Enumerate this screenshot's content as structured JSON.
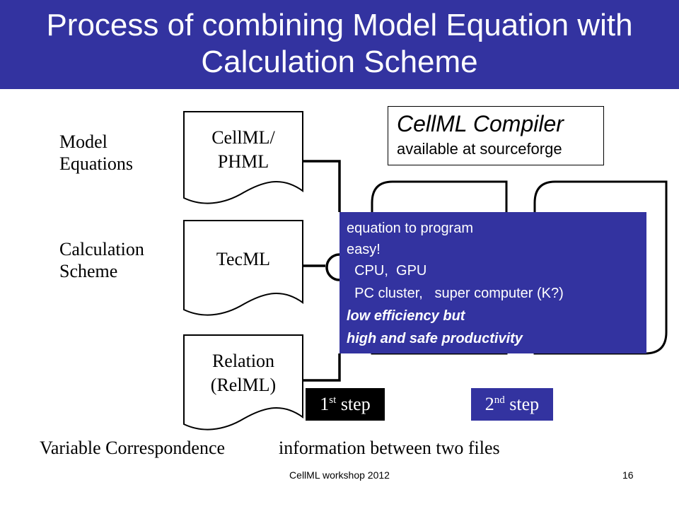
{
  "title": "Process of combining Model Equation with Calculation Scheme",
  "labels": {
    "model_line1": "Model",
    "model_line2": "Equations",
    "calc_line1": "Calculation",
    "calc_line2": "Scheme"
  },
  "documents": {
    "cellml_line1": "CellML/",
    "cellml_line2": "PHML",
    "tecml": "TecML",
    "relation_line1": "Relation",
    "relation_line2": "(RelML)"
  },
  "compiler": {
    "title": "CellML Compiler",
    "subtitle": "available at sourceforge"
  },
  "info": {
    "line1": "equation to program",
    "line2": "easy!",
    "line3": "  CPU,  GPU",
    "line4": "  PC cluster,   super computer (K?)",
    "line5": "low efficiency but",
    "line6": "high and safe productivity"
  },
  "steps": {
    "step1_num": "1",
    "step1_sup": "st",
    "step1_word": " step",
    "step2_num": "2",
    "step2_sup": "nd",
    "step2_word": " step"
  },
  "bottom": {
    "left": "Variable Correspondence",
    "right": "information between two files"
  },
  "footer": {
    "text": "CellML workshop 2012",
    "page": "16"
  },
  "colors": {
    "accent": "#3333a0"
  }
}
